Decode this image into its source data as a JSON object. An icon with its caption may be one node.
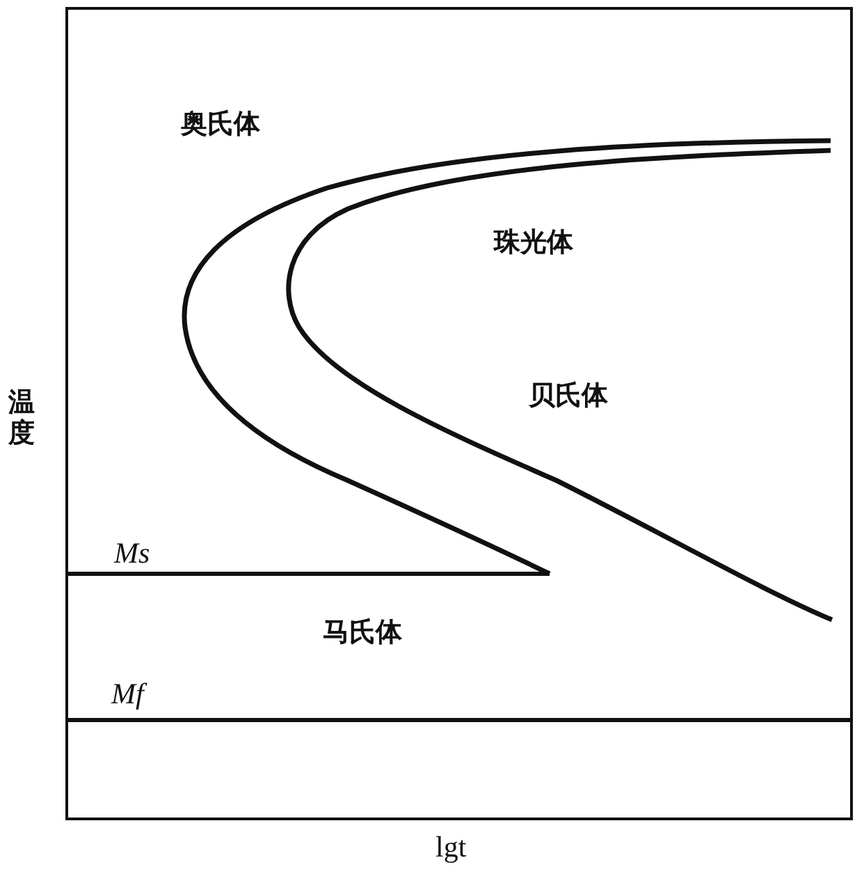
{
  "diagram": {
    "labels": [
      "奥氏体",
      "珠光体",
      "贝氏体",
      "Ms",
      "马氏体",
      "Mf",
      "温度",
      "lgt"
    ]
  }
}
